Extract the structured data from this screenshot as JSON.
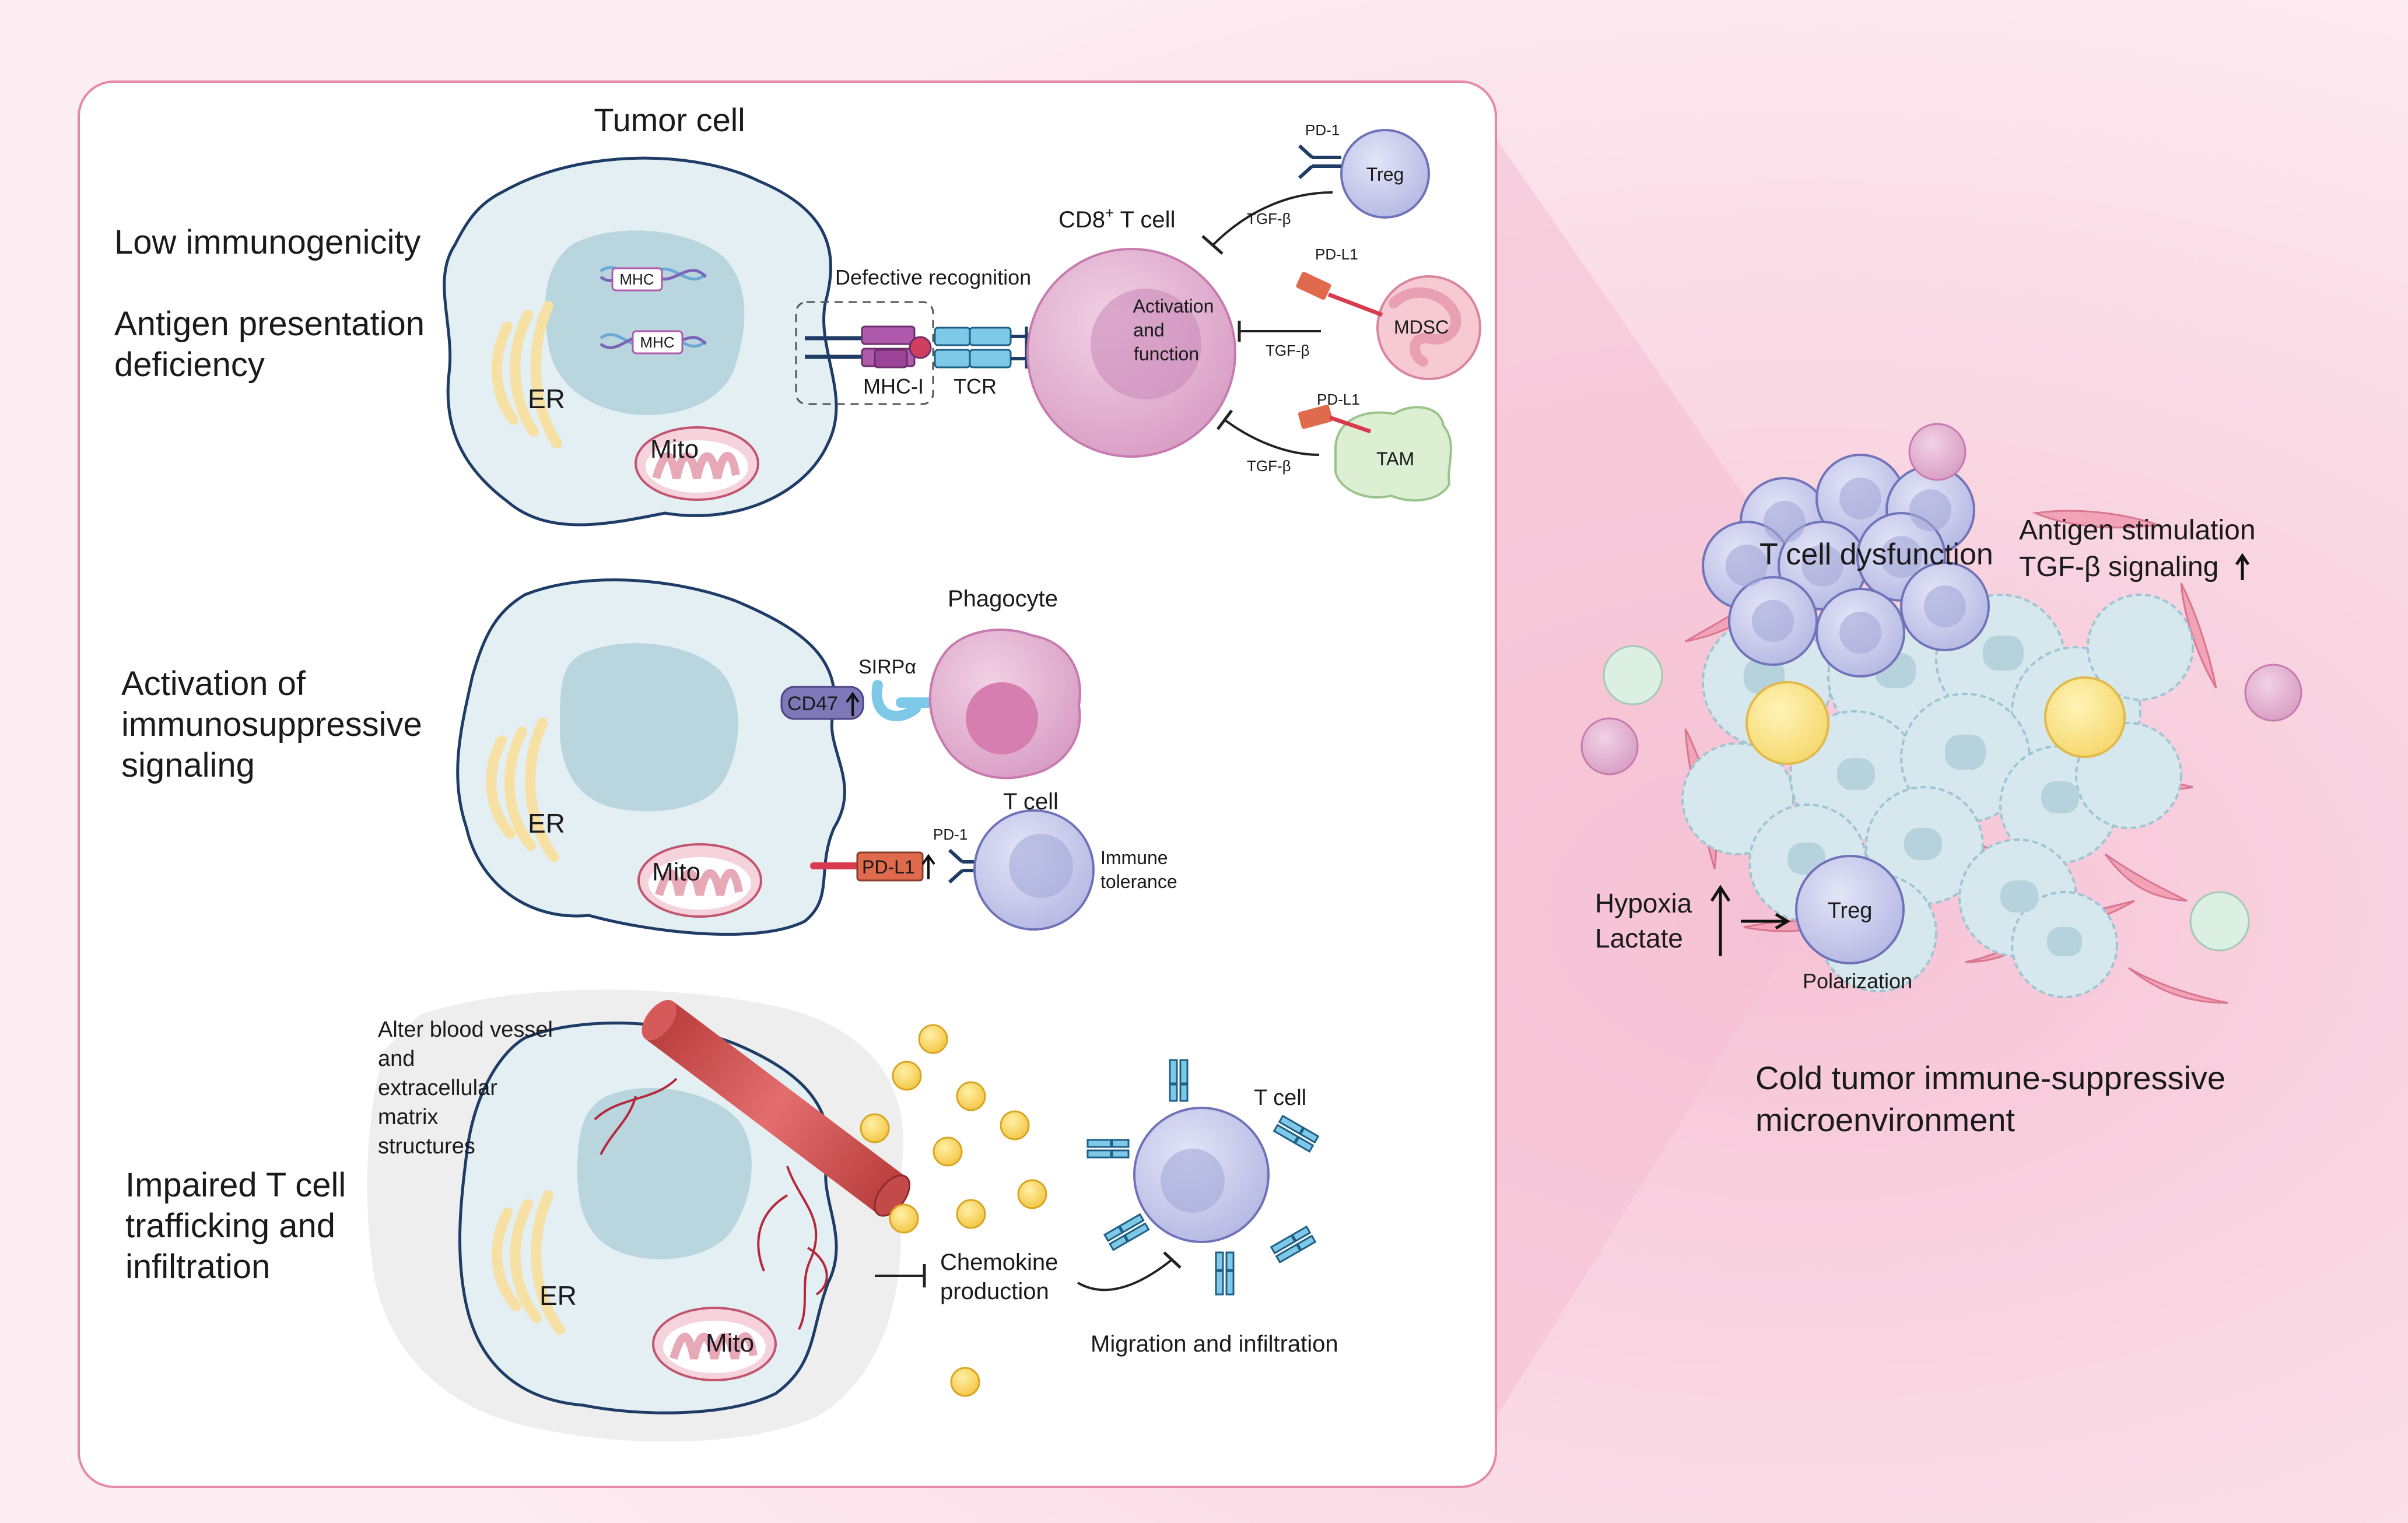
{
  "panel1": {
    "title": "Tumor cell",
    "label_low": "Low immunogenicity",
    "label_antigen_1": "Antigen presentation",
    "label_antigen_2": "deficiency",
    "defective": "Defective recognition",
    "mhc_tag": "MHC",
    "mhc1": "MHC-I",
    "tcr": "TCR",
    "er": "ER",
    "mito": "Mito",
    "cd8_label": "CD8",
    "cd8_sup": "+",
    "cd8_rest": " T cell",
    "activation_1": "Activation",
    "activation_2": "and",
    "activation_3": "function",
    "treg": "Treg",
    "mdsc": "MDSC",
    "tam": "TAM",
    "pd1": "PD-1",
    "pdl1_a": "PD-L1",
    "pdl1_b": "PD-L1",
    "tgfb_a": "TGF-β",
    "tgfb_b": "TGF-β",
    "tgfb_c": "TGF-β"
  },
  "panel2": {
    "label_1": "Activation of",
    "label_2": "immunosuppressive",
    "label_3": "signaling",
    "phagocyte": "Phagocyte",
    "sirpa": "SIRPα",
    "cd47": "CD47",
    "er": "ER",
    "mito": "Mito",
    "tcell": "T cell",
    "pd1": "PD-1",
    "pdl1": "PD-L1",
    "tolerance_1": "Immune",
    "tolerance_2": "tolerance"
  },
  "panel3": {
    "label_1": "Impaired T cell",
    "label_2": "trafficking and",
    "label_3": "infiltration",
    "vessel_1": "Alter blood vessel",
    "vessel_2": "and",
    "vessel_3": "extracellular",
    "vessel_4": "matrix",
    "vessel_5": "structures",
    "er": "ER",
    "mito": "Mito",
    "chemokine_1": "Chemokine",
    "chemokine_2": "production",
    "tcell": "T cell",
    "migration": "Migration and infiltration"
  },
  "right": {
    "dysfunction": "T cell dysfunction",
    "antigen_stim": "Antigen stimulation",
    "tgf_signal": "TGF-β signaling",
    "hypoxia": "Hypoxia",
    "lactate": "Lactate",
    "treg": "Treg",
    "polarization": "Polarization",
    "caption_1": "Cold tumor immune-suppressive",
    "caption_2": "microenvironment"
  },
  "colors": {
    "background": "#fbe6ee",
    "panel_border": "#e48aa8",
    "tumor_cell": "#e3eff3",
    "nucleus": "#b9d5de",
    "mhc": "#b05aae",
    "tcr": "#7ec8e8",
    "cd8": "#dea8cc",
    "treg": "#c4c6ea",
    "mdsc": "#f6c9d3",
    "tam": "#dcefd3",
    "pdl1": "#e06a4c",
    "cd47": "#7f78b8",
    "chemokine": "#fbd769",
    "vessel": "#d65a5a"
  }
}
